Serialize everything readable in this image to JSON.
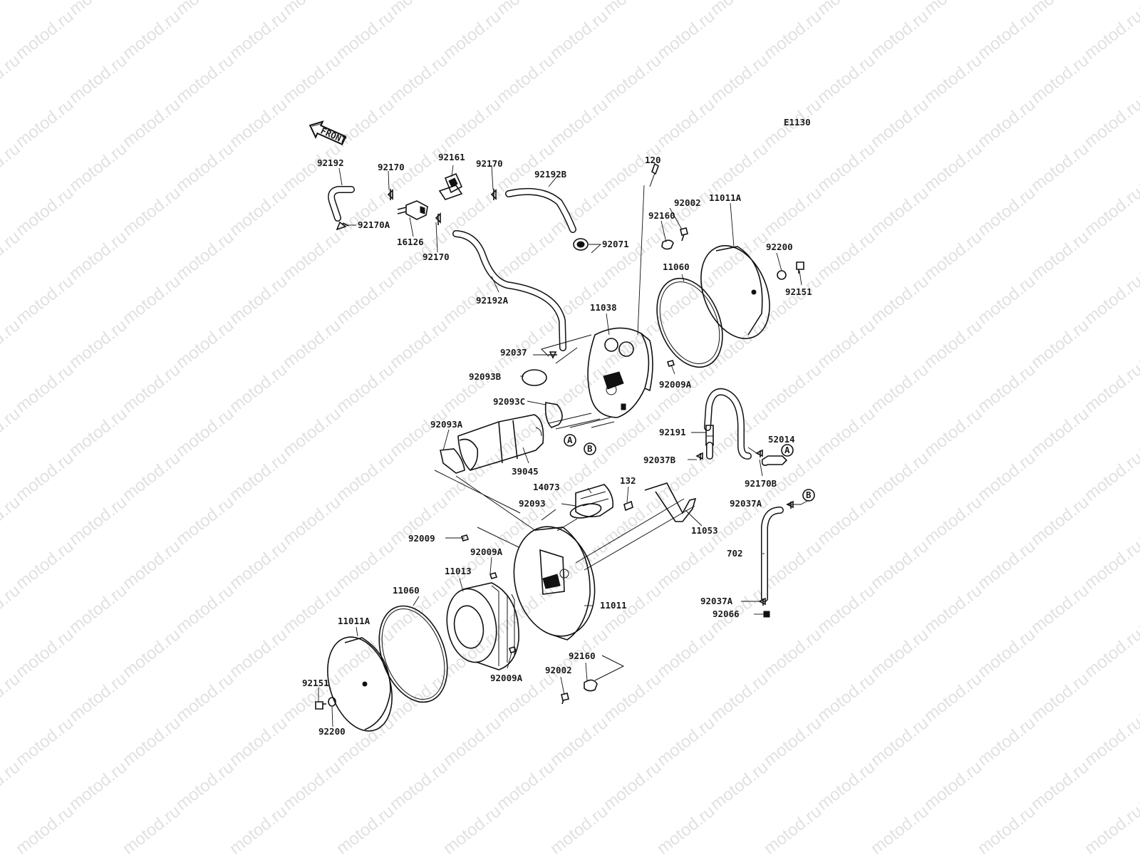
{
  "diagram_code": "E1130",
  "front_arrow": {
    "text": "FRONT",
    "icon": "front-arrow-icon"
  },
  "watermark_text": "motod.ru",
  "refs": [
    "A",
    "B"
  ],
  "parts": [
    {
      "id": "p01",
      "text": "92192"
    },
    {
      "id": "p02",
      "text": "92170"
    },
    {
      "id": "p03",
      "text": "92161"
    },
    {
      "id": "p04",
      "text": "92170"
    },
    {
      "id": "p05",
      "text": "92192B"
    },
    {
      "id": "p06",
      "text": "120"
    },
    {
      "id": "p07",
      "text": "92002"
    },
    {
      "id": "p08",
      "text": "92160"
    },
    {
      "id": "p09",
      "text": "11011A"
    },
    {
      "id": "p10",
      "text": "92200"
    },
    {
      "id": "p11",
      "text": "92170A"
    },
    {
      "id": "p12",
      "text": "16126"
    },
    {
      "id": "p13",
      "text": "92170"
    },
    {
      "id": "p14",
      "text": "92071"
    },
    {
      "id": "p15",
      "text": "11060"
    },
    {
      "id": "p16",
      "text": "92151"
    },
    {
      "id": "p17",
      "text": "92192A"
    },
    {
      "id": "p18",
      "text": "11038"
    },
    {
      "id": "p19",
      "text": "92037"
    },
    {
      "id": "p20",
      "text": "92093B"
    },
    {
      "id": "p21",
      "text": "92009A"
    },
    {
      "id": "p22",
      "text": "92093C"
    },
    {
      "id": "p23",
      "text": "92093A"
    },
    {
      "id": "p24",
      "text": "92191"
    },
    {
      "id": "p25",
      "text": "52014"
    },
    {
      "id": "p26",
      "text": "92037B"
    },
    {
      "id": "p27",
      "text": "39045"
    },
    {
      "id": "p28",
      "text": "92170B"
    },
    {
      "id": "p29",
      "text": "14073"
    },
    {
      "id": "p30",
      "text": "132"
    },
    {
      "id": "p31",
      "text": "92093"
    },
    {
      "id": "p32",
      "text": "92037A"
    },
    {
      "id": "p33",
      "text": "11053"
    },
    {
      "id": "p34",
      "text": "92009"
    },
    {
      "id": "p35",
      "text": "92009A"
    },
    {
      "id": "p36",
      "text": "702"
    },
    {
      "id": "p37",
      "text": "11013"
    },
    {
      "id": "p38",
      "text": "11060"
    },
    {
      "id": "p39",
      "text": "11011"
    },
    {
      "id": "p40",
      "text": "92037A"
    },
    {
      "id": "p41",
      "text": "11011A"
    },
    {
      "id": "p42",
      "text": "92066"
    },
    {
      "id": "p43",
      "text": "92160"
    },
    {
      "id": "p44",
      "text": "92009A"
    },
    {
      "id": "p45",
      "text": "92002"
    },
    {
      "id": "p46",
      "text": "92151"
    },
    {
      "id": "p47",
      "text": "92200"
    }
  ]
}
